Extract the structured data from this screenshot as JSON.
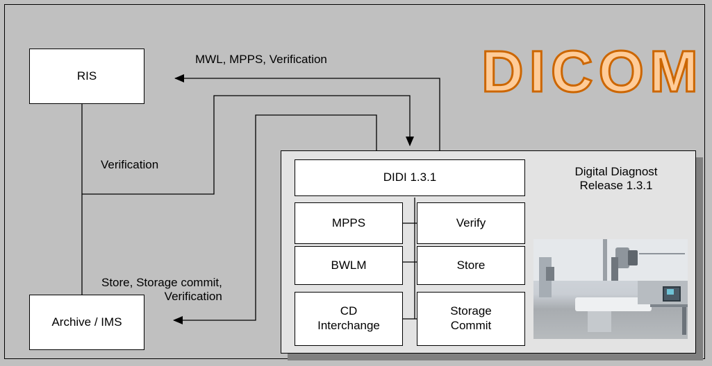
{
  "logo": {
    "text": "DICOM",
    "fill": "#ffcc99",
    "stroke": "#cc6600"
  },
  "colors": {
    "background": "#c0c0c0",
    "panel": "#e3e3e3",
    "shadow": "#808080",
    "box": "#ffffff"
  },
  "nodes": {
    "ris": "RIS",
    "archive": "Archive / IMS",
    "didi": "DIDI 1.3.1",
    "mpps": "MPPS",
    "verify": "Verify",
    "bwlm": "BWLM",
    "store": "Store",
    "cd_interchange": [
      "CD",
      "Interchange"
    ],
    "storage_commit": [
      "Storage",
      "Commit"
    ]
  },
  "edge_labels": {
    "ris_link": "MWL, MPPS, Verification",
    "verification": "Verification",
    "archive_link": [
      "Store, Storage commit,",
      "Verification"
    ]
  },
  "product": {
    "line1": "Digital Diagnost",
    "line2": "Release 1.3.1"
  },
  "photo": {
    "icon": "x-ray-room-photo"
  }
}
